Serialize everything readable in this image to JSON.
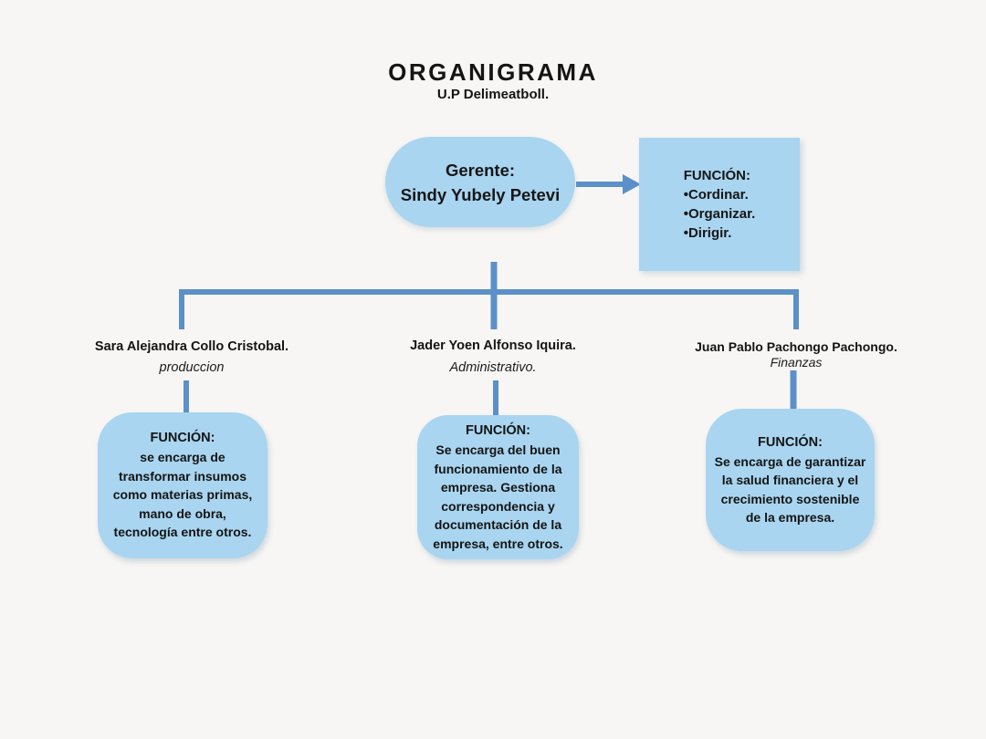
{
  "title": "ORGANIGRAMA",
  "subtitle": "U.P Delimeatboll.",
  "colors": {
    "background": "#f7f6f4",
    "node_fill": "#a9d5f0",
    "connector": "#5b90c8",
    "text": "#141414"
  },
  "root": {
    "title_line": "Gerente:",
    "name": "Sindy Yubely Petevi",
    "function_box": {
      "heading": "FUNCIÓN:",
      "items": [
        "•Cordinar.",
        "•Organizar.",
        "•Dirigir."
      ]
    }
  },
  "branches": [
    {
      "person": "Sara Alejandra Collo Cristobal.",
      "role": "produccion",
      "function": {
        "heading": "FUNCIÓN:",
        "body": "se encarga de\ntransformar insumos\ncomo materias primas,\nmano de obra,\ntecnología entre otros."
      }
    },
    {
      "person": "Jader Yoen Alfonso Iquira.",
      "role": "Administrativo.",
      "function": {
        "heading": "FUNCIÓN:",
        "body": "Se encarga del buen\nfuncionamiento de la\nempresa. Gestiona\ncorrespondencia y\ndocumentación de la\nempresa, entre otros."
      }
    },
    {
      "person": "Juan Pablo Pachongo Pachongo.",
      "role": "Finanzas",
      "function": {
        "heading": "FUNCIÓN:",
        "body": "Se encarga de garantizar\nla salud financiera y el\ncrecimiento sostenible\nde la empresa."
      }
    }
  ]
}
